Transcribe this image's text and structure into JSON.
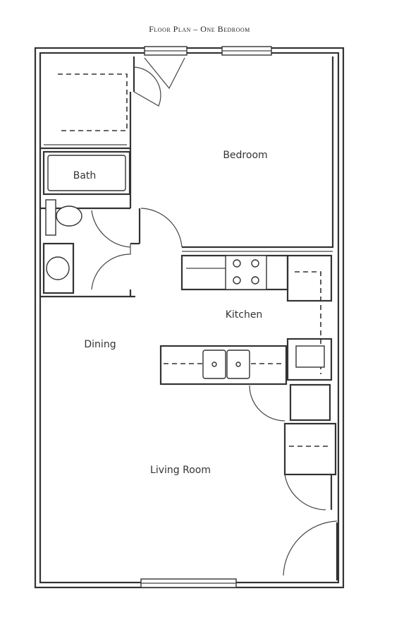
{
  "title": "Floor Plan – One Bedroom",
  "rooms": {
    "bedroom": "Bedroom",
    "bath": "Bath",
    "kitchen": "Kitchen",
    "dining": "Dining",
    "living_room": "Living Room"
  }
}
